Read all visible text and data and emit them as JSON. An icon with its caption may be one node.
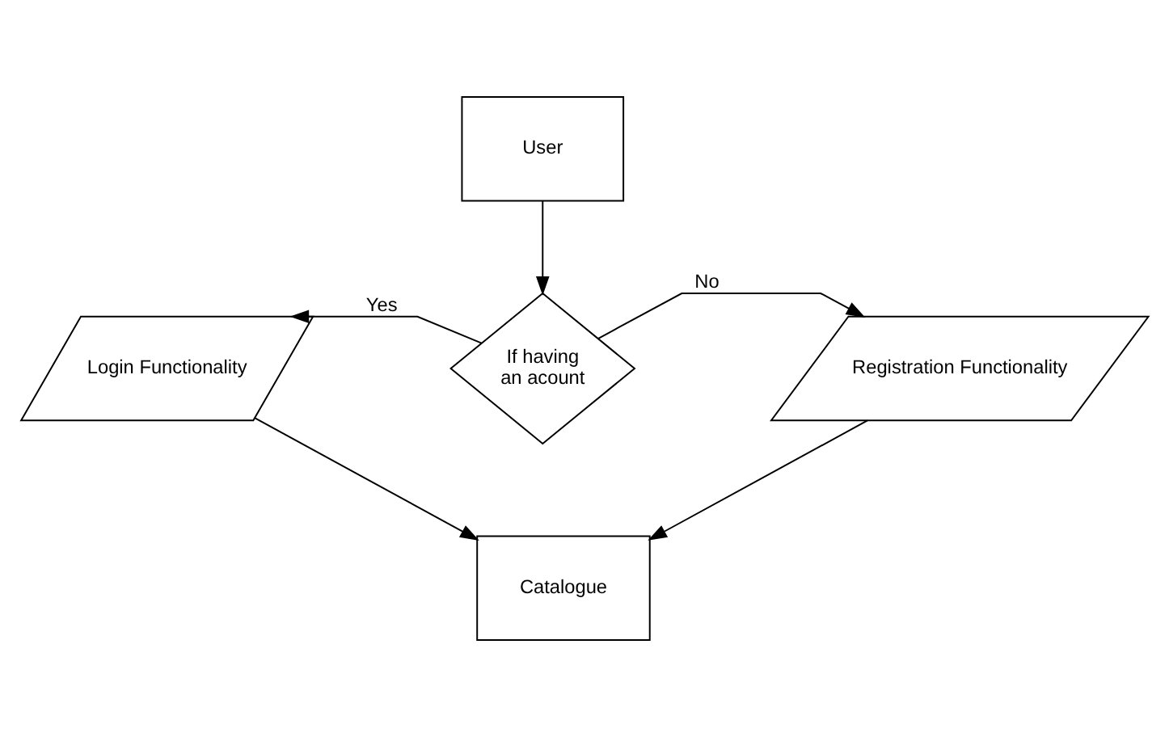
{
  "diagram": {
    "nodes": [
      {
        "text": [
          "User"
        ]
      },
      {
        "text": [
          "If having an acount"
        ]
      },
      {
        "text": [
          "Login Functionality"
        ]
      },
      {
        "text": [
          "Registration Functionality"
        ]
      },
      {
        "text": [
          "Catalogue"
        ]
      }
    ],
    "edges": [
      {
        "from": 0,
        "to": 1,
        "arrow": "to"
      },
      {
        "from": 1,
        "to": 2,
        "arrow": "to",
        "label": "Yes"
      },
      {
        "from": 1,
        "to": 3,
        "arrow": "to",
        "label": "No"
      },
      {
        "from": 2,
        "to": 4,
        "arrow": "to"
      },
      {
        "from": 3,
        "to": 4,
        "arrow": "to"
      }
    ]
  }
}
